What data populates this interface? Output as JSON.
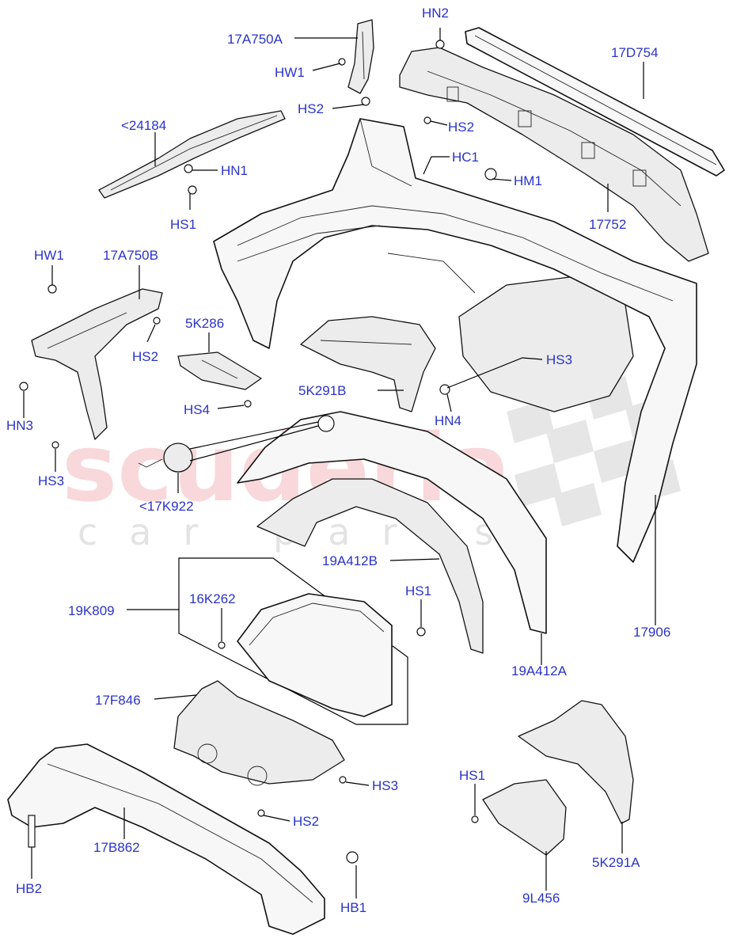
{
  "watermark": {
    "brand": "scuderia",
    "tagline": "car parts"
  },
  "labels": {
    "l17A750A": "17A750A",
    "lHN2": "HN2",
    "l17D754": "17D754",
    "lHW1a": "HW1",
    "lHS2a": "HS2",
    "lHS2b": "HS2",
    "l24184": "<24184",
    "lHN1": "HN1",
    "lHC1": "HC1",
    "lHM1": "HM1",
    "lHS1a": "HS1",
    "l17752": "17752",
    "lHW1b": "HW1",
    "l17A750B": "17A750B",
    "l5K286": "5K286",
    "lHS2c": "HS2",
    "lHS3a": "HS3",
    "l5K291B": "5K291B",
    "lHN3": "HN3",
    "lHS4": "HS4",
    "lHN4": "HN4",
    "lHS3b": "HS3",
    "l17K922": "<17K922",
    "l19A412B": "19A412B",
    "l19K809": "19K809",
    "l16K262": "16K262",
    "lHS1b": "HS1",
    "l17906": "17906",
    "l19A412A": "19A412A",
    "l17F846": "17F846",
    "lHS3c": "HS3",
    "lHS2d": "HS2",
    "lHS1c": "HS1",
    "l17B862": "17B862",
    "lHB2": "HB2",
    "lHB1": "HB1",
    "l5K291A": "5K291A",
    "l9L456": "9L456"
  }
}
